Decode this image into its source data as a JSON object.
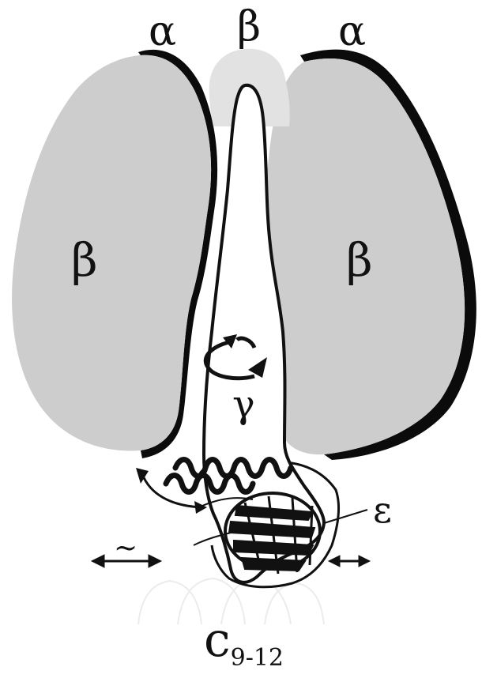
{
  "diagram": {
    "labels": {
      "alpha_left": "α",
      "beta_top": "β",
      "alpha_right": "α",
      "beta_left": "β",
      "beta_right": "β",
      "gamma": "γ",
      "epsilon": "ε",
      "c_main": "c",
      "c_sub": "9-12",
      "tilde": "~"
    },
    "colors": {
      "subunit_fill": "#cdcdcd",
      "subunit_top_fill": "#e2e2e2",
      "shadow": "#0b0b0b",
      "outline": "#111111",
      "stalk_fill": "#ffffff"
    }
  }
}
